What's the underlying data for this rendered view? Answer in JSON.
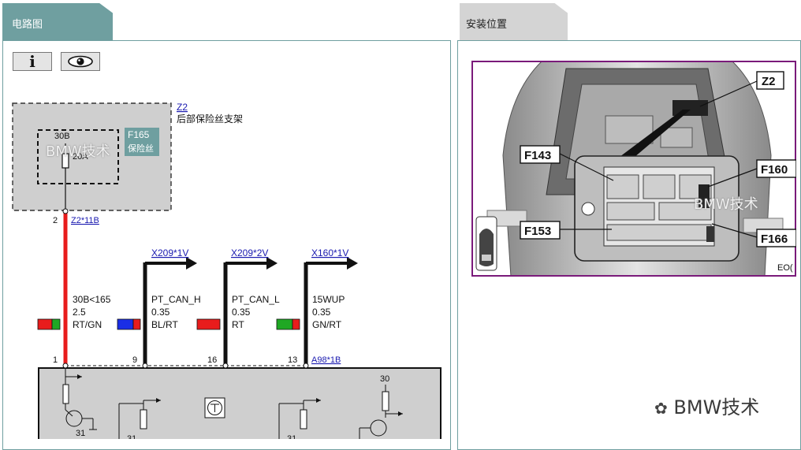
{
  "tabs": {
    "left_title": "电路图",
    "right_title": "安装位置"
  },
  "toolbar": {
    "info_glyph": "i",
    "view_icon": "eye-icon"
  },
  "fuse_carrier": {
    "id": "Z2",
    "name": "后部保险丝支架",
    "terminal": "30B",
    "rating": "20A",
    "fuse": "F165",
    "fuse_name": "保险丝"
  },
  "connectors": {
    "z2_pin": "2",
    "z2_conn": "Z2*11B",
    "x209_1": "X209*1V",
    "x209_2": "X209*2V",
    "x160": "X160*1V",
    "a98": "A98*1B",
    "top_30": "30",
    "bottom_31a": "31",
    "bottom_31b": "31",
    "bottom_31c": "31"
  },
  "wires": [
    {
      "label": "30B<165",
      "size": "2.5",
      "color": "RT/GN",
      "pin": "1",
      "swatch": [
        "#e81c1c",
        "#1fa824"
      ]
    },
    {
      "label": "PT_CAN_H",
      "size": "0.35",
      "color": "BL/RT",
      "pin": "9",
      "swatch": [
        "#1a2ee6",
        "#e81c1c"
      ]
    },
    {
      "label": "PT_CAN_L",
      "size": "0.35",
      "color": "RT",
      "pin": "16",
      "swatch": [
        "#e81c1c",
        "#e81c1c"
      ]
    },
    {
      "label": "15WUP",
      "size": "0.35",
      "color": "GN/RT",
      "pin": "13",
      "swatch": [
        "#1fa824",
        "#e81c1c"
      ]
    }
  ],
  "install": {
    "callouts": [
      "Z2",
      "F143",
      "F160",
      "F153",
      "F166"
    ],
    "code": "EO("
  },
  "watermarks": {
    "wm1": "BMW技术",
    "wm2": "BMW技术",
    "bottom": "BMW技术"
  }
}
